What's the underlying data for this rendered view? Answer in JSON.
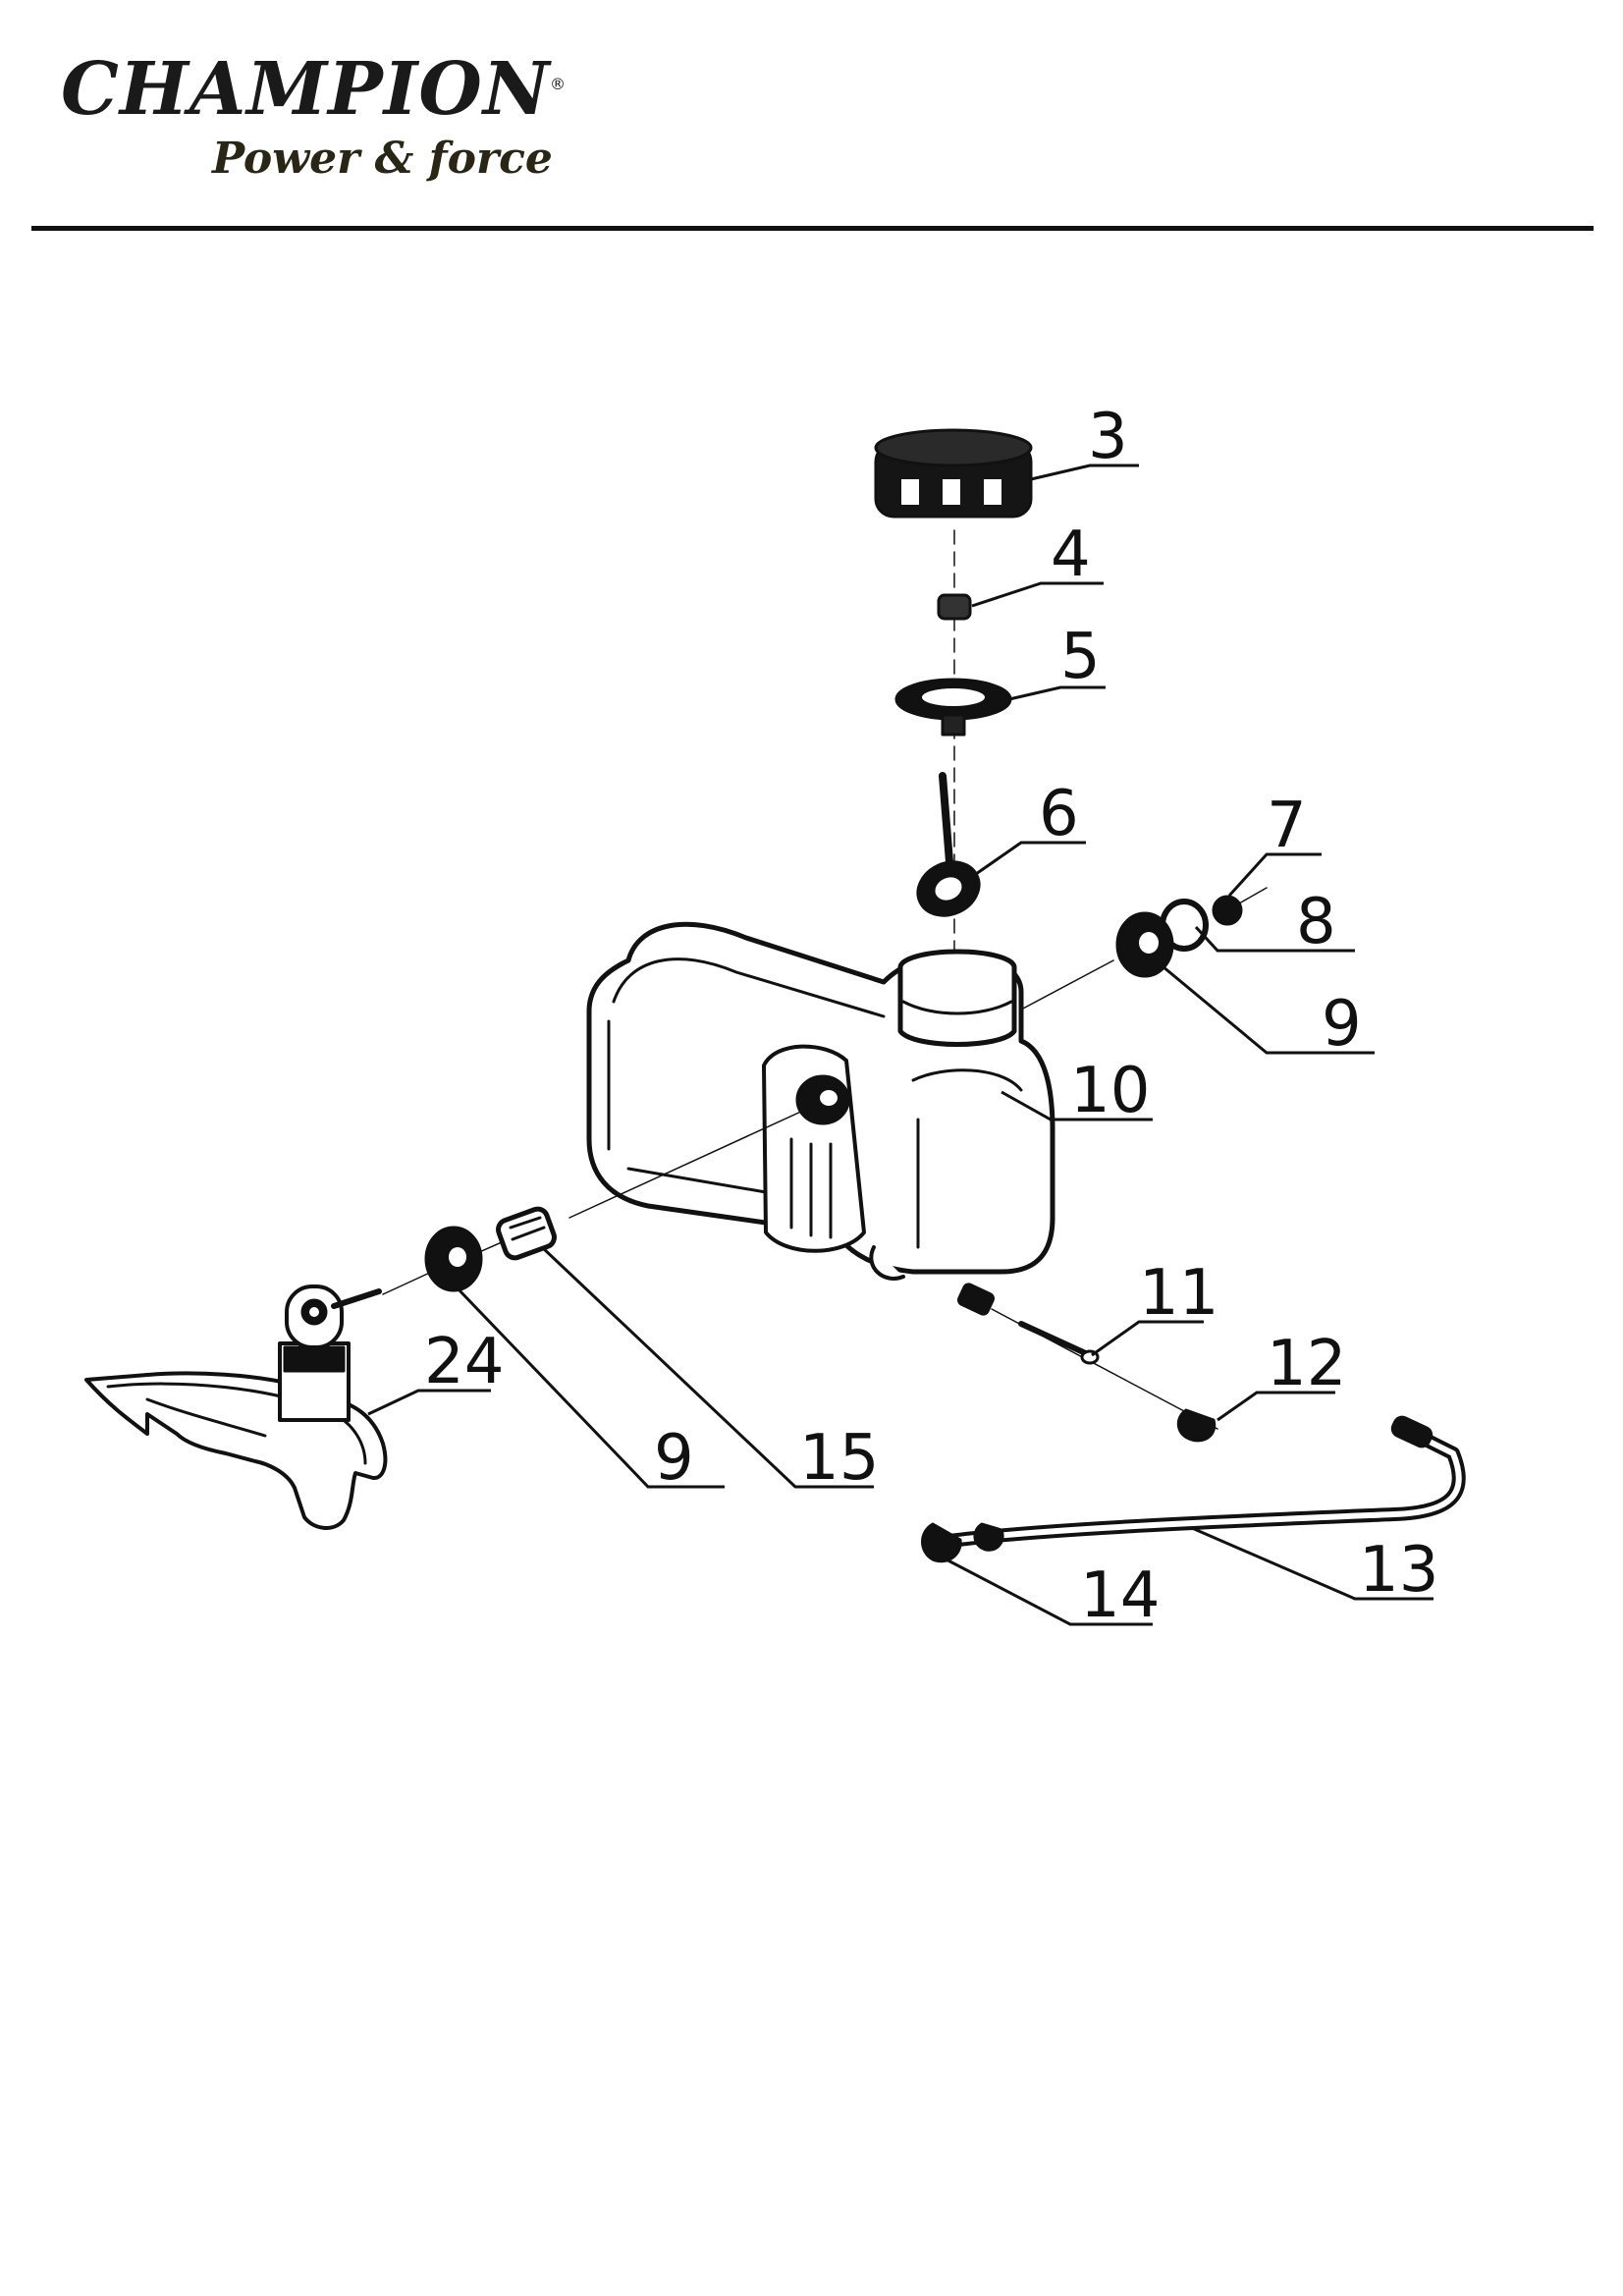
{
  "brand": {
    "name": "CHAMPION",
    "registered_mark": "®",
    "tagline": "Power & force"
  },
  "colors": {
    "ink": "#111111",
    "logo_tagline": "#2a2616"
  },
  "callouts": [
    {
      "id": "3",
      "label": "3"
    },
    {
      "id": "4",
      "label": "4"
    },
    {
      "id": "5",
      "label": "5"
    },
    {
      "id": "6",
      "label": "6"
    },
    {
      "id": "7",
      "label": "7"
    },
    {
      "id": "8",
      "label": "8"
    },
    {
      "id": "9a",
      "label": "9"
    },
    {
      "id": "10",
      "label": "10"
    },
    {
      "id": "11",
      "label": "11"
    },
    {
      "id": "12",
      "label": "12"
    },
    {
      "id": "13",
      "label": "13"
    },
    {
      "id": "14",
      "label": "14"
    },
    {
      "id": "15",
      "label": "15"
    },
    {
      "id": "9b",
      "label": "9"
    },
    {
      "id": "24",
      "label": "24"
    }
  ]
}
